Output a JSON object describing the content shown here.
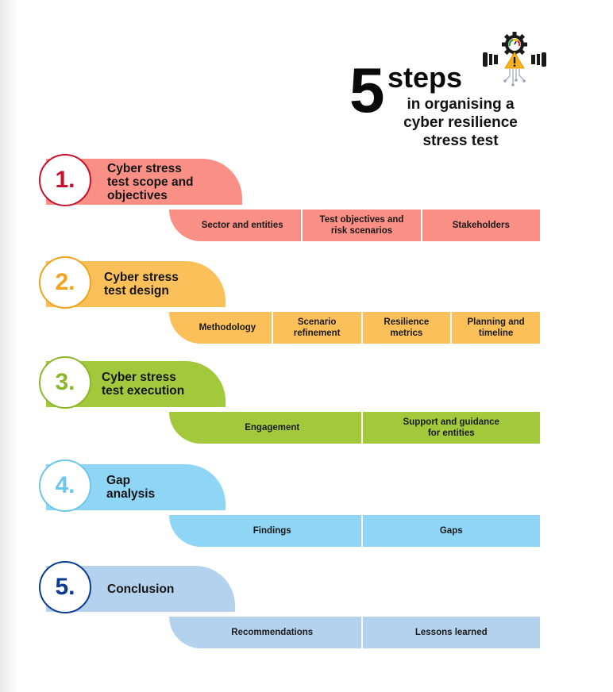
{
  "header": {
    "number": "5",
    "steps_word": "steps",
    "subtitle_line1": "in organising a",
    "subtitle_line2": "cyber resilience",
    "subtitle_line3": "stress test"
  },
  "logo": {
    "icon": "gear-warning-icon"
  },
  "steps": [
    {
      "number": "1.",
      "title_line1": "Cyber stress",
      "title_line2": "test scope and",
      "title_line3": "objectives",
      "color": "#fa8f86",
      "number_color": "#c8102e",
      "items": [
        {
          "line1": "Sector and entities",
          "line2": ""
        },
        {
          "line1": "Test objectives and",
          "line2": "risk scenarios"
        },
        {
          "line1": "Stakeholders",
          "line2": ""
        }
      ]
    },
    {
      "number": "2.",
      "title_line1": "Cyber stress",
      "title_line2": "test design",
      "color": "#fcc05a",
      "number_color": "#f3a21b",
      "items": [
        {
          "line1": "Methodology",
          "line2": ""
        },
        {
          "line1": "Scenario",
          "line2": "refinement"
        },
        {
          "line1": "Resilience",
          "line2": "metrics"
        },
        {
          "line1": "Planning and",
          "line2": "timeline"
        }
      ]
    },
    {
      "number": "3.",
      "title_line1": "Cyber stress",
      "title_line2": "test execution",
      "color": "#a1c93b",
      "number_color": "#8db72a",
      "items": [
        {
          "line1": "Engagement",
          "line2": ""
        },
        {
          "line1": "Support and guidance",
          "line2": "for entities"
        }
      ]
    },
    {
      "number": "4.",
      "title_line1": "Gap",
      "title_line2": "analysis",
      "color": "#8ed5f6",
      "number_color": "#6cc6ee",
      "items": [
        {
          "line1": "Findings",
          "line2": ""
        },
        {
          "line1": "Gaps",
          "line2": ""
        }
      ]
    },
    {
      "number": "5.",
      "title_line1": "Conclusion",
      "color": "#b4d1ee",
      "number_color": "#0a3d91",
      "items": [
        {
          "line1": "Recommendations",
          "line2": ""
        },
        {
          "line1": "Lessons learned",
          "line2": ""
        }
      ]
    }
  ]
}
